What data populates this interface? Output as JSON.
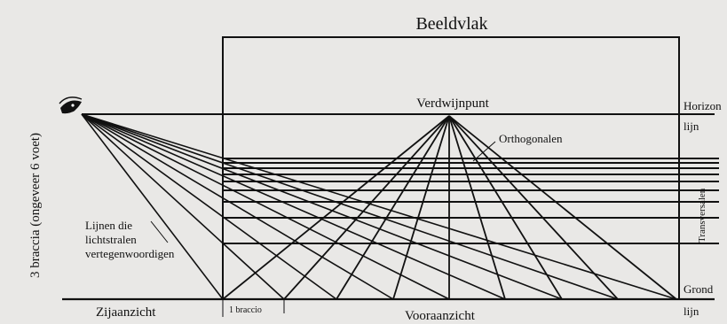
{
  "labels": {
    "picture_plane": "Beeldvlak",
    "vanishing_point": "Verdwijnpunt",
    "horizon_word": "Horizon",
    "horizon_line_word": "lijn",
    "orthogonals": "Orthogonalen",
    "transversals": "Transversalen",
    "ground_word": "Grond",
    "ground_line_word": "lijn",
    "height_note": "3 braccia (ongeveer 6 voet)",
    "rays_line1": "Lijnen die",
    "rays_line2": "lichtstralen",
    "rays_line3": "vertegenwoordigen",
    "side_view": "Zijaanzicht",
    "one_braccio": "1 braccio",
    "front_view": "Vooraanzicht"
  },
  "colors": {
    "ink": "#111111",
    "paper": "#e9e8e6"
  },
  "icons": {
    "eye": "eye-icon"
  }
}
